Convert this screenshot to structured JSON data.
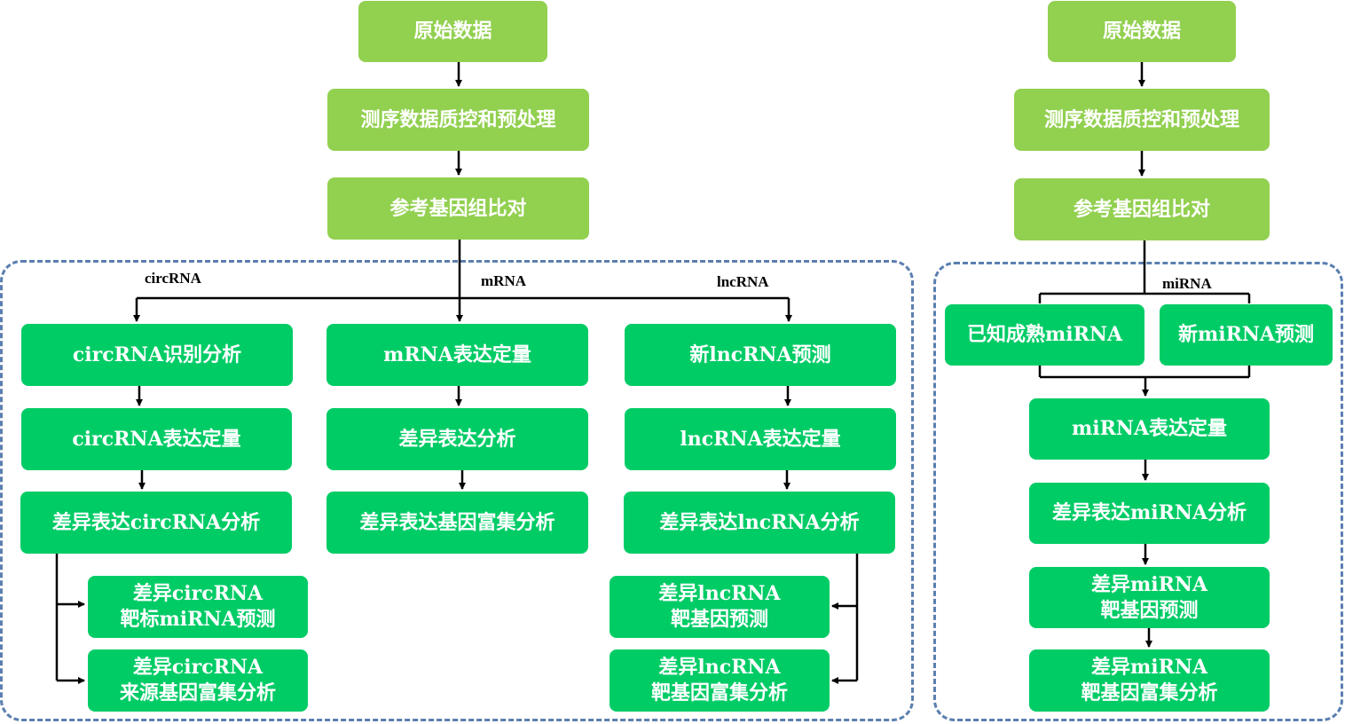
{
  "left": {
    "raw": "原始数据",
    "qc": "测序数据质控和预处理",
    "align": "参考基因组比对",
    "branch_circ": "circRNA",
    "branch_m": "mRNA",
    "branch_lnc": "lncRNA",
    "circ": [
      "circRNA识别分析",
      "circRNA表达定量",
      "差异表达circRNA分析"
    ],
    "m": [
      "mRNA表达定量",
      "差异表达分析",
      "差异表达基因富集分析"
    ],
    "lnc": [
      "新lncRNA预测",
      "lncRNA表达定量",
      "差异表达lncRNA分析"
    ],
    "circ_sub": [
      {
        "line1": "差异circRNA",
        "line2": "靶标miRNA预测"
      },
      {
        "line1": "差异circRNA",
        "line2": "来源基因富集分析"
      }
    ],
    "lnc_sub": [
      {
        "line1": "差异lncRNA",
        "line2": "靶基因预测"
      },
      {
        "line1": "差异lncRNA",
        "line2": "靶基因富集分析"
      }
    ]
  },
  "right": {
    "raw": "原始数据",
    "qc": "测序数据质控和预处理",
    "align": "参考基因组比对",
    "branch_mi": "miRNA",
    "known": "已知成熟miRNA",
    "novel": "新miRNA预测",
    "quant": "miRNA表达定量",
    "diff": "差异表达miRNA分析",
    "target": {
      "line1": "差异miRNA",
      "line2": "靶基因预测"
    },
    "enrich": {
      "line1": "差异miRNA",
      "line2": "靶基因富集分析"
    }
  },
  "colors": {
    "light_green": "#92d050",
    "green": "#00cc66",
    "dashed_border": "#5b7fb0",
    "line": "#000000"
  }
}
